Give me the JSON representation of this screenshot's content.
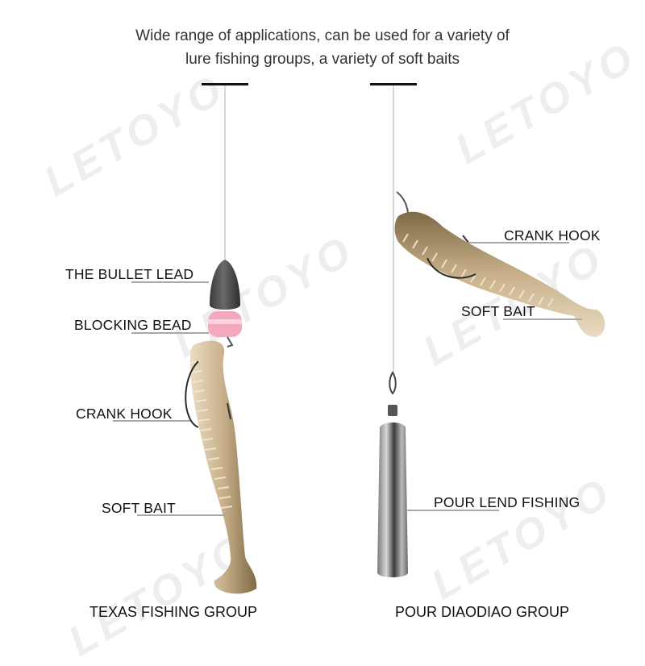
{
  "headline": {
    "line1": "Wide range of applications, can be used for a variety of",
    "line2": "lure fishing groups, a variety of soft baits"
  },
  "watermark": {
    "text": "LETOYO",
    "icon": "letoyo-logo-icon"
  },
  "texas_group": {
    "title": "TEXAS FISHING GROUP",
    "labels": {
      "bullet_lead": "THE BULLET LEAD",
      "blocking_bead": "BLOCKING BEAD",
      "crank_hook": "CRANK HOOK",
      "soft_bait": "SOFT BAIT"
    }
  },
  "diaodiao_group": {
    "title": "POUR DIAODIAO GROUP",
    "labels": {
      "crank_hook": "CRANK HOOK",
      "soft_bait": "SOFT BAIT",
      "pour_lend": "POUR LEND FISHING"
    }
  },
  "colors": {
    "bait_body": "#8a7a55",
    "bait_belly": "#e8d8bc",
    "bead_pink": "#f4a0b8",
    "lead_gray": "#4a4a4a",
    "sinker_silver": "#9a9a9a"
  }
}
